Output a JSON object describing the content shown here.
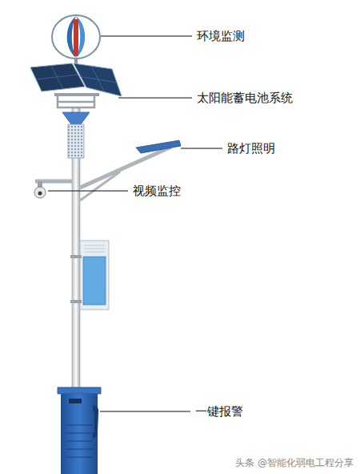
{
  "diagram": {
    "labels": [
      "环境监测",
      "太阳能蓄电池系统",
      "路灯照明",
      "视频监控",
      "一键报警",
      "头条 @智能化弱电工程分享"
    ]
  }
}
